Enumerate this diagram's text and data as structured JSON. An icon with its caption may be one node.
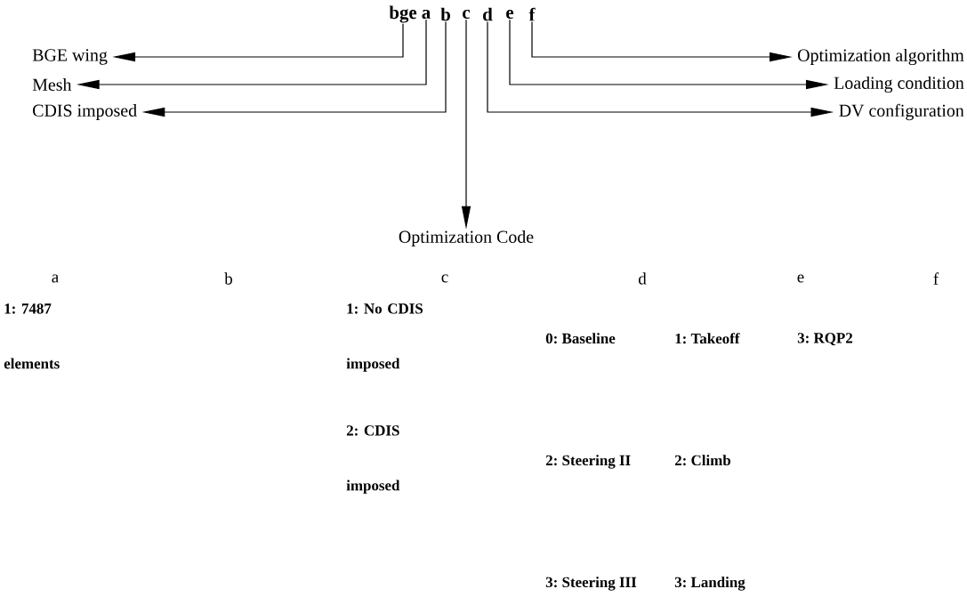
{
  "diagram": {
    "nodes": [
      {
        "text": [
          "bge"
        ]
      },
      {
        "text": [
          "a"
        ]
      },
      {
        "text": [
          "b"
        ]
      },
      {
        "text": [
          "c"
        ]
      },
      {
        "text": [
          "d"
        ]
      },
      {
        "text": [
          "e"
        ]
      },
      {
        "text": [
          "f"
        ]
      },
      {
        "text": [
          "BGE wing"
        ]
      },
      {
        "text": [
          "Optimization algorithm"
        ]
      },
      {
        "text": [
          "Mesh"
        ]
      },
      {
        "text": [
          "Loading condition"
        ]
      },
      {
        "text": [
          "CDIS imposed"
        ]
      },
      {
        "text": [
          "DV configuration"
        ]
      },
      {
        "text": [
          "Optimization Code"
        ]
      }
    ],
    "edges": [
      {
        "from": 0,
        "to": 7,
        "arrow": "to"
      },
      {
        "from": 1,
        "to": 9,
        "arrow": "to"
      },
      {
        "from": 2,
        "to": 11,
        "arrow": "to"
      },
      {
        "from": 3,
        "to": 13,
        "arrow": "to"
      },
      {
        "from": 4,
        "to": 12,
        "arrow": "to"
      },
      {
        "from": 5,
        "to": 10,
        "arrow": "to"
      },
      {
        "from": 6,
        "to": 8,
        "arrow": "to"
      }
    ],
    "labels": [
      "a",
      "b",
      "c",
      "d",
      "e",
      "f",
      "1: 7487 elements",
      "1: No CDIS imposed",
      "0: Baseline",
      "1: Takeoff",
      "3: RQP2",
      "2: CDIS imposed",
      "2: Steering II",
      "2: Climb",
      "3: Steering III",
      "3: Landing"
    ]
  }
}
